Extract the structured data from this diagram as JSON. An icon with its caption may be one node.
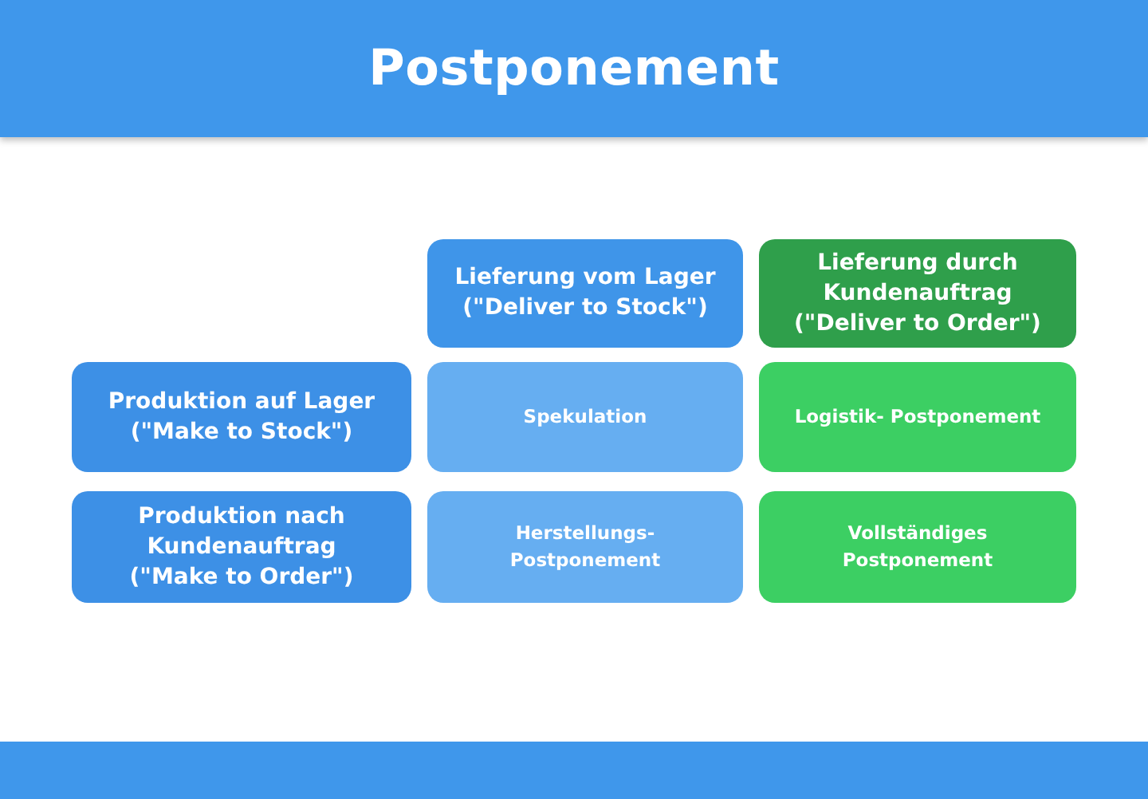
{
  "diagram": {
    "title": "Postponement",
    "nodes": [
      {
        "text": [
          "Lieferung vom Lager (\"Deliver to Stock\")"
        ]
      },
      {
        "text": [
          "Lieferung durch Kundenauftrag (\"Deliver to Order\")"
        ]
      },
      {
        "text": [
          "Produktion auf Lager (\"Make to Stock\")"
        ]
      },
      {
        "text": [
          "Spekulation"
        ]
      },
      {
        "text": [
          "Logistik- Postponement"
        ]
      },
      {
        "text": [
          "Produktion nach Kundenauftrag (\"Make to Order\")"
        ]
      },
      {
        "text": [
          "Herstellungs- Postponement"
        ]
      },
      {
        "text": [
          "Vollständiges Postponement"
        ]
      }
    ]
  }
}
